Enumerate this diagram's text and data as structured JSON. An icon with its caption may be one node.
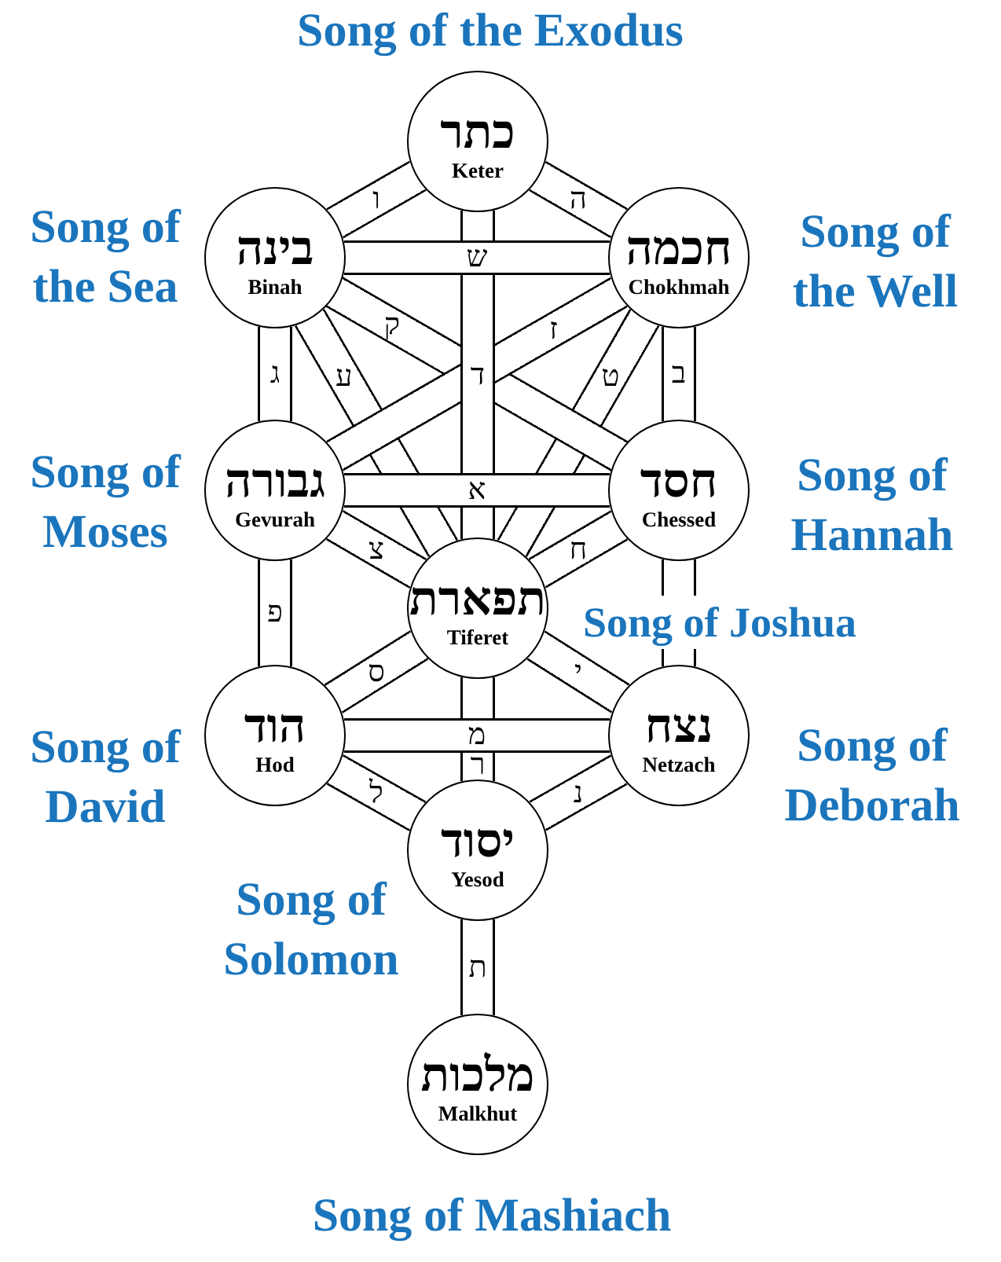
{
  "diagram": {
    "nodes": [
      {
        "text": [
          "כתר",
          "Keter"
        ],
        "beside": [
          "Song of the Exodus"
        ]
      },
      {
        "text": [
          "בינה",
          "Binah"
        ],
        "beside": [
          "Song of the Sea"
        ]
      },
      {
        "text": [
          "חכמה",
          "Chokhmah"
        ],
        "beside": [
          "Song of the Well"
        ]
      },
      {
        "text": [
          "גבורה",
          "Gevurah"
        ],
        "beside": [
          "Song of Moses"
        ]
      },
      {
        "text": [
          "חסד",
          "Chessed"
        ],
        "beside": [
          "Song of Hannah"
        ]
      },
      {
        "text": [
          "תפארת",
          "Tiferet"
        ],
        "beside": [
          "Song of Joshua"
        ]
      },
      {
        "text": [
          "הוד",
          "Hod"
        ],
        "beside": [
          "Song of David"
        ]
      },
      {
        "text": [
          "נצח",
          "Netzach"
        ],
        "beside": [
          "Song of Deborah"
        ]
      },
      {
        "text": [
          "יסוד",
          "Yesod"
        ],
        "beside": [
          "Song of Solomon"
        ]
      },
      {
        "text": [
          "מלכות",
          "Malkhut"
        ],
        "beside": [
          "Song of Mashiach"
        ]
      }
    ],
    "edges": [
      {
        "from": 1,
        "to": 5,
        "arrow": "none",
        "label": "ע"
      },
      {
        "from": 2,
        "to": 5,
        "arrow": "none",
        "label": "ט"
      },
      {
        "from": 1,
        "to": 4,
        "arrow": "none",
        "label": "ק"
      },
      {
        "from": 2,
        "to": 3,
        "arrow": "none",
        "label": "ז"
      },
      {
        "from": 3,
        "to": 5,
        "arrow": "none",
        "label": "צ"
      },
      {
        "from": 4,
        "to": 5,
        "arrow": "none",
        "label": "ח"
      },
      {
        "from": 5,
        "to": 6,
        "arrow": "none",
        "label": "ס"
      },
      {
        "from": 5,
        "to": 7,
        "arrow": "none",
        "label": "י"
      },
      {
        "from": 6,
        "to": 8,
        "arrow": "none",
        "label": "ל"
      },
      {
        "from": 7,
        "to": 8,
        "arrow": "none",
        "label": "נ"
      },
      {
        "from": 0,
        "to": 1,
        "arrow": "none",
        "label": "ו"
      },
      {
        "from": 0,
        "to": 2,
        "arrow": "none",
        "label": "ה"
      },
      {
        "from": 0,
        "to": 5,
        "arrow": "none",
        "label": "ד"
      },
      {
        "from": 5,
        "to": 8,
        "arrow": "none",
        "label": "ר"
      },
      {
        "from": 1,
        "to": 3,
        "arrow": "none",
        "label": "ג"
      },
      {
        "from": 2,
        "to": 4,
        "arrow": "none",
        "label": "ב"
      },
      {
        "from": 3,
        "to": 6,
        "arrow": "none",
        "label": "פ"
      },
      {
        "from": 4,
        "to": 7,
        "arrow": "none"
      },
      {
        "from": 8,
        "to": 9,
        "arrow": "none",
        "label": "ת"
      },
      {
        "from": 1,
        "to": 2,
        "arrow": "none",
        "label": "ש"
      },
      {
        "from": 3,
        "to": 4,
        "arrow": "none",
        "label": "א"
      },
      {
        "from": 6,
        "to": 7,
        "arrow": "none",
        "label": "מ"
      }
    ]
  }
}
